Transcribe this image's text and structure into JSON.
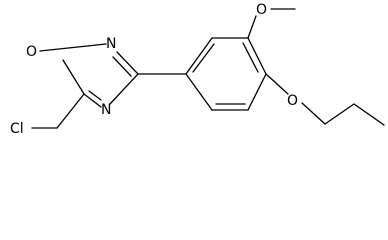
{
  "molecule": {
    "atoms": {
      "oxygen_ring": "O",
      "nitrogen_top": "N",
      "nitrogen_bottom": "N",
      "chlorine": "Cl",
      "oxygen_methoxy": "O",
      "oxygen_propoxy": "O"
    }
  }
}
